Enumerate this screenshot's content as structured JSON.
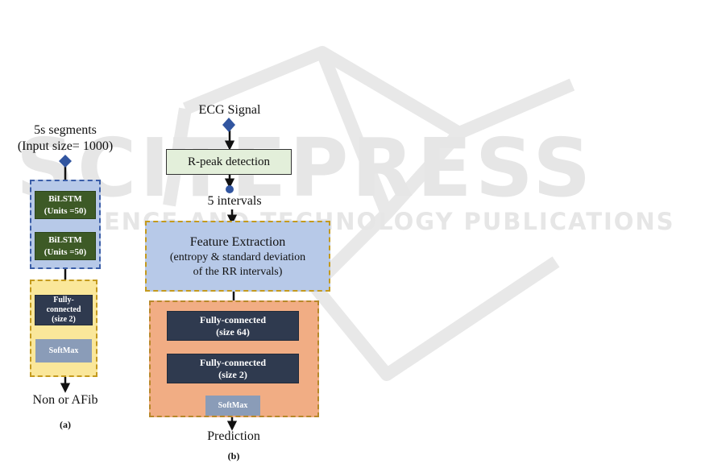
{
  "watermark": {
    "main": "SCITEPRESS",
    "sub": "SCIENCE AND TECHNOLOGY PUBLICATIONS"
  },
  "panel_a": {
    "input_line1": "5s segments",
    "input_line2": "(Input size= 1000)",
    "bilstm1_line1": "BiLSTM",
    "bilstm1_line2": "(Units =50)",
    "bilstm2_line1": "BiLSTM",
    "bilstm2_line2": "(Units =50)",
    "fc_line1": "Fully-",
    "fc_line2": "connected",
    "fc_line3": "(size 2)",
    "softmax": "SoftMax",
    "output": "Non or AFib",
    "caption": "(a)"
  },
  "panel_b": {
    "input": "ECG Signal",
    "rpeak": "R-peak detection",
    "intervals": "5 intervals",
    "feature_title": "Feature Extraction",
    "feature_line2": "(entropy & standard deviation",
    "feature_line3": "of the RR intervals)",
    "fc1_line1": "Fully-connected",
    "fc1_line2": "(size 64)",
    "fc2_line1": "Fully-connected",
    "fc2_line2": "(size 2)",
    "softmax": "SoftMax",
    "output": "Prediction",
    "caption": "(b)"
  }
}
